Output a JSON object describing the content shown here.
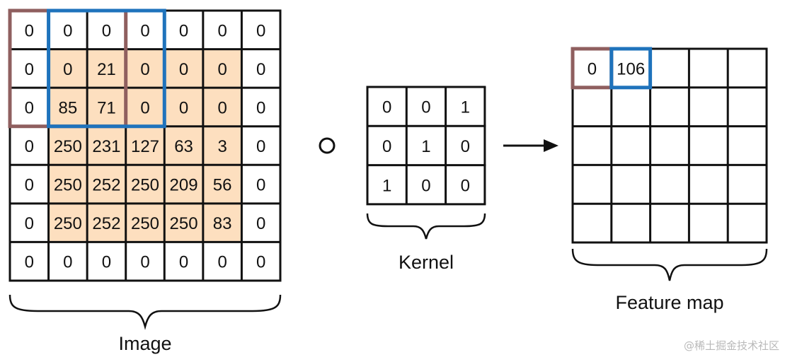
{
  "image_grid": {
    "caption": "Image",
    "rows": [
      [
        "0",
        "0",
        "0",
        "0",
        "0",
        "0",
        "0"
      ],
      [
        "0",
        "0",
        "21",
        "0",
        "0",
        "0",
        "0"
      ],
      [
        "0",
        "85",
        "71",
        "0",
        "0",
        "0",
        "0"
      ],
      [
        "0",
        "250",
        "231",
        "127",
        "63",
        "3",
        "0"
      ],
      [
        "0",
        "250",
        "252",
        "250",
        "209",
        "56",
        "0"
      ],
      [
        "0",
        "250",
        "252",
        "250",
        "250",
        "83",
        "0"
      ],
      [
        "0",
        "0",
        "0",
        "0",
        "0",
        "0",
        "0"
      ]
    ],
    "shaded_rows": [
      1,
      5
    ],
    "shaded_cols": [
      1,
      5
    ],
    "window_first": {
      "row": 0,
      "col": 0,
      "size": 3
    },
    "window_second": {
      "row": 0,
      "col": 1,
      "size": 3
    }
  },
  "operator": {
    "symbol": "circle-operator"
  },
  "kernel": {
    "caption": "Kernel",
    "rows": [
      [
        "0",
        "0",
        "1"
      ],
      [
        "0",
        "1",
        "0"
      ],
      [
        "1",
        "0",
        "0"
      ]
    ]
  },
  "arrow": {
    "icon": "right-arrow-icon"
  },
  "feature_map": {
    "caption": "Feature map",
    "rows": [
      [
        "0",
        "106",
        "",
        "",
        ""
      ],
      [
        "",
        "",
        "",
        "",
        ""
      ],
      [
        "",
        "",
        "",
        "",
        ""
      ],
      [
        "",
        "",
        "",
        "",
        ""
      ],
      [
        "",
        "",
        "",
        "",
        ""
      ]
    ],
    "highlight_first": {
      "row": 0,
      "col": 0
    },
    "highlight_second": {
      "row": 0,
      "col": 1
    }
  },
  "colors": {
    "shade": "#fddfbf",
    "first_window": "#8f5f5f",
    "second_window": "#1f73bc",
    "grid_line": "#111111"
  },
  "watermark": "@稀土掘金技术社区"
}
